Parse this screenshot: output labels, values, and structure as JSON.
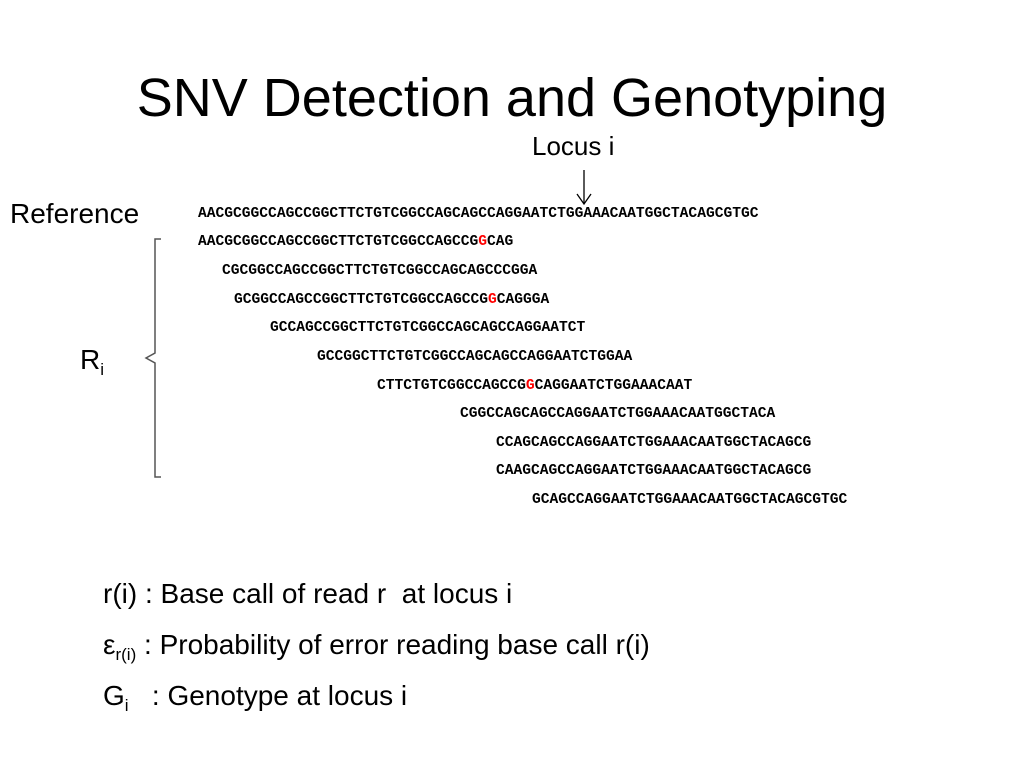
{
  "title": "SNV Detection and Genotyping",
  "locus_label": "Locus i",
  "reference_label": "Reference",
  "reference_seq": "AACGCGGCCAGCCGGCTTCTGTCGGCCAGCAGCCAGGAATCTGGAAACAATGGCTACAGCGTGC",
  "reads": [
    {
      "pre": "AACGCGGCCAGCCGGCTTCTGTCGGCCAGCCG",
      "mut": "G",
      "post": "CAG"
    },
    {
      "pre": "CGCGGCCAGCCGGCTTCTGTCGGCCAGCAGCCCGGA",
      "mut": "",
      "post": ""
    },
    {
      "pre": "GCGGCCAGCCGGCTTCTGTCGGCCAGCCG",
      "mut": "G",
      "post": "CAGGGA"
    },
    {
      "pre": "GCCAGCCGGCTTCTGTCGGCCAGCAGCCAGGAATCT",
      "mut": "",
      "post": ""
    },
    {
      "pre": "GCCGGCTTCTGTCGGCCAGCAGCCAGGAATCTGGAA",
      "mut": "",
      "post": ""
    },
    {
      "pre": "CTTCTGTCGGCCAGCCG",
      "mut": "G",
      "post": "CAGGAATCTGGAAACAAT"
    },
    {
      "pre": "CGGCCAGCAGCCAGGAATCTGGAAACAATGGCTACA",
      "mut": "",
      "post": ""
    },
    {
      "pre": "CCAGCAGCCAGGAATCTGGAAACAATGGCTACAGCG",
      "mut": "",
      "post": ""
    },
    {
      "pre": "CAAGCAGCCAGGAATCTGGAAACAATGGCTACAGCG",
      "mut": "",
      "post": ""
    },
    {
      "pre": "GCAGCCAGGAATCTGGAAACAATGGCTACAGCGTGC",
      "mut": "",
      "post": ""
    }
  ],
  "ri": {
    "base": "R",
    "sub": "i"
  },
  "definitions": [
    {
      "sym": "r(i)",
      "sub": "",
      "text": " : Base call of read r  at locus i"
    },
    {
      "sym": "ε",
      "sub": "r(i)",
      "text": " : Probability of error reading base call r(i)"
    },
    {
      "sym": "G",
      "sub": "i",
      "text": "   : Genotype at locus i"
    }
  ],
  "colors": {
    "mutation": "#ff0000",
    "text": "#000000",
    "background": "#ffffff"
  }
}
